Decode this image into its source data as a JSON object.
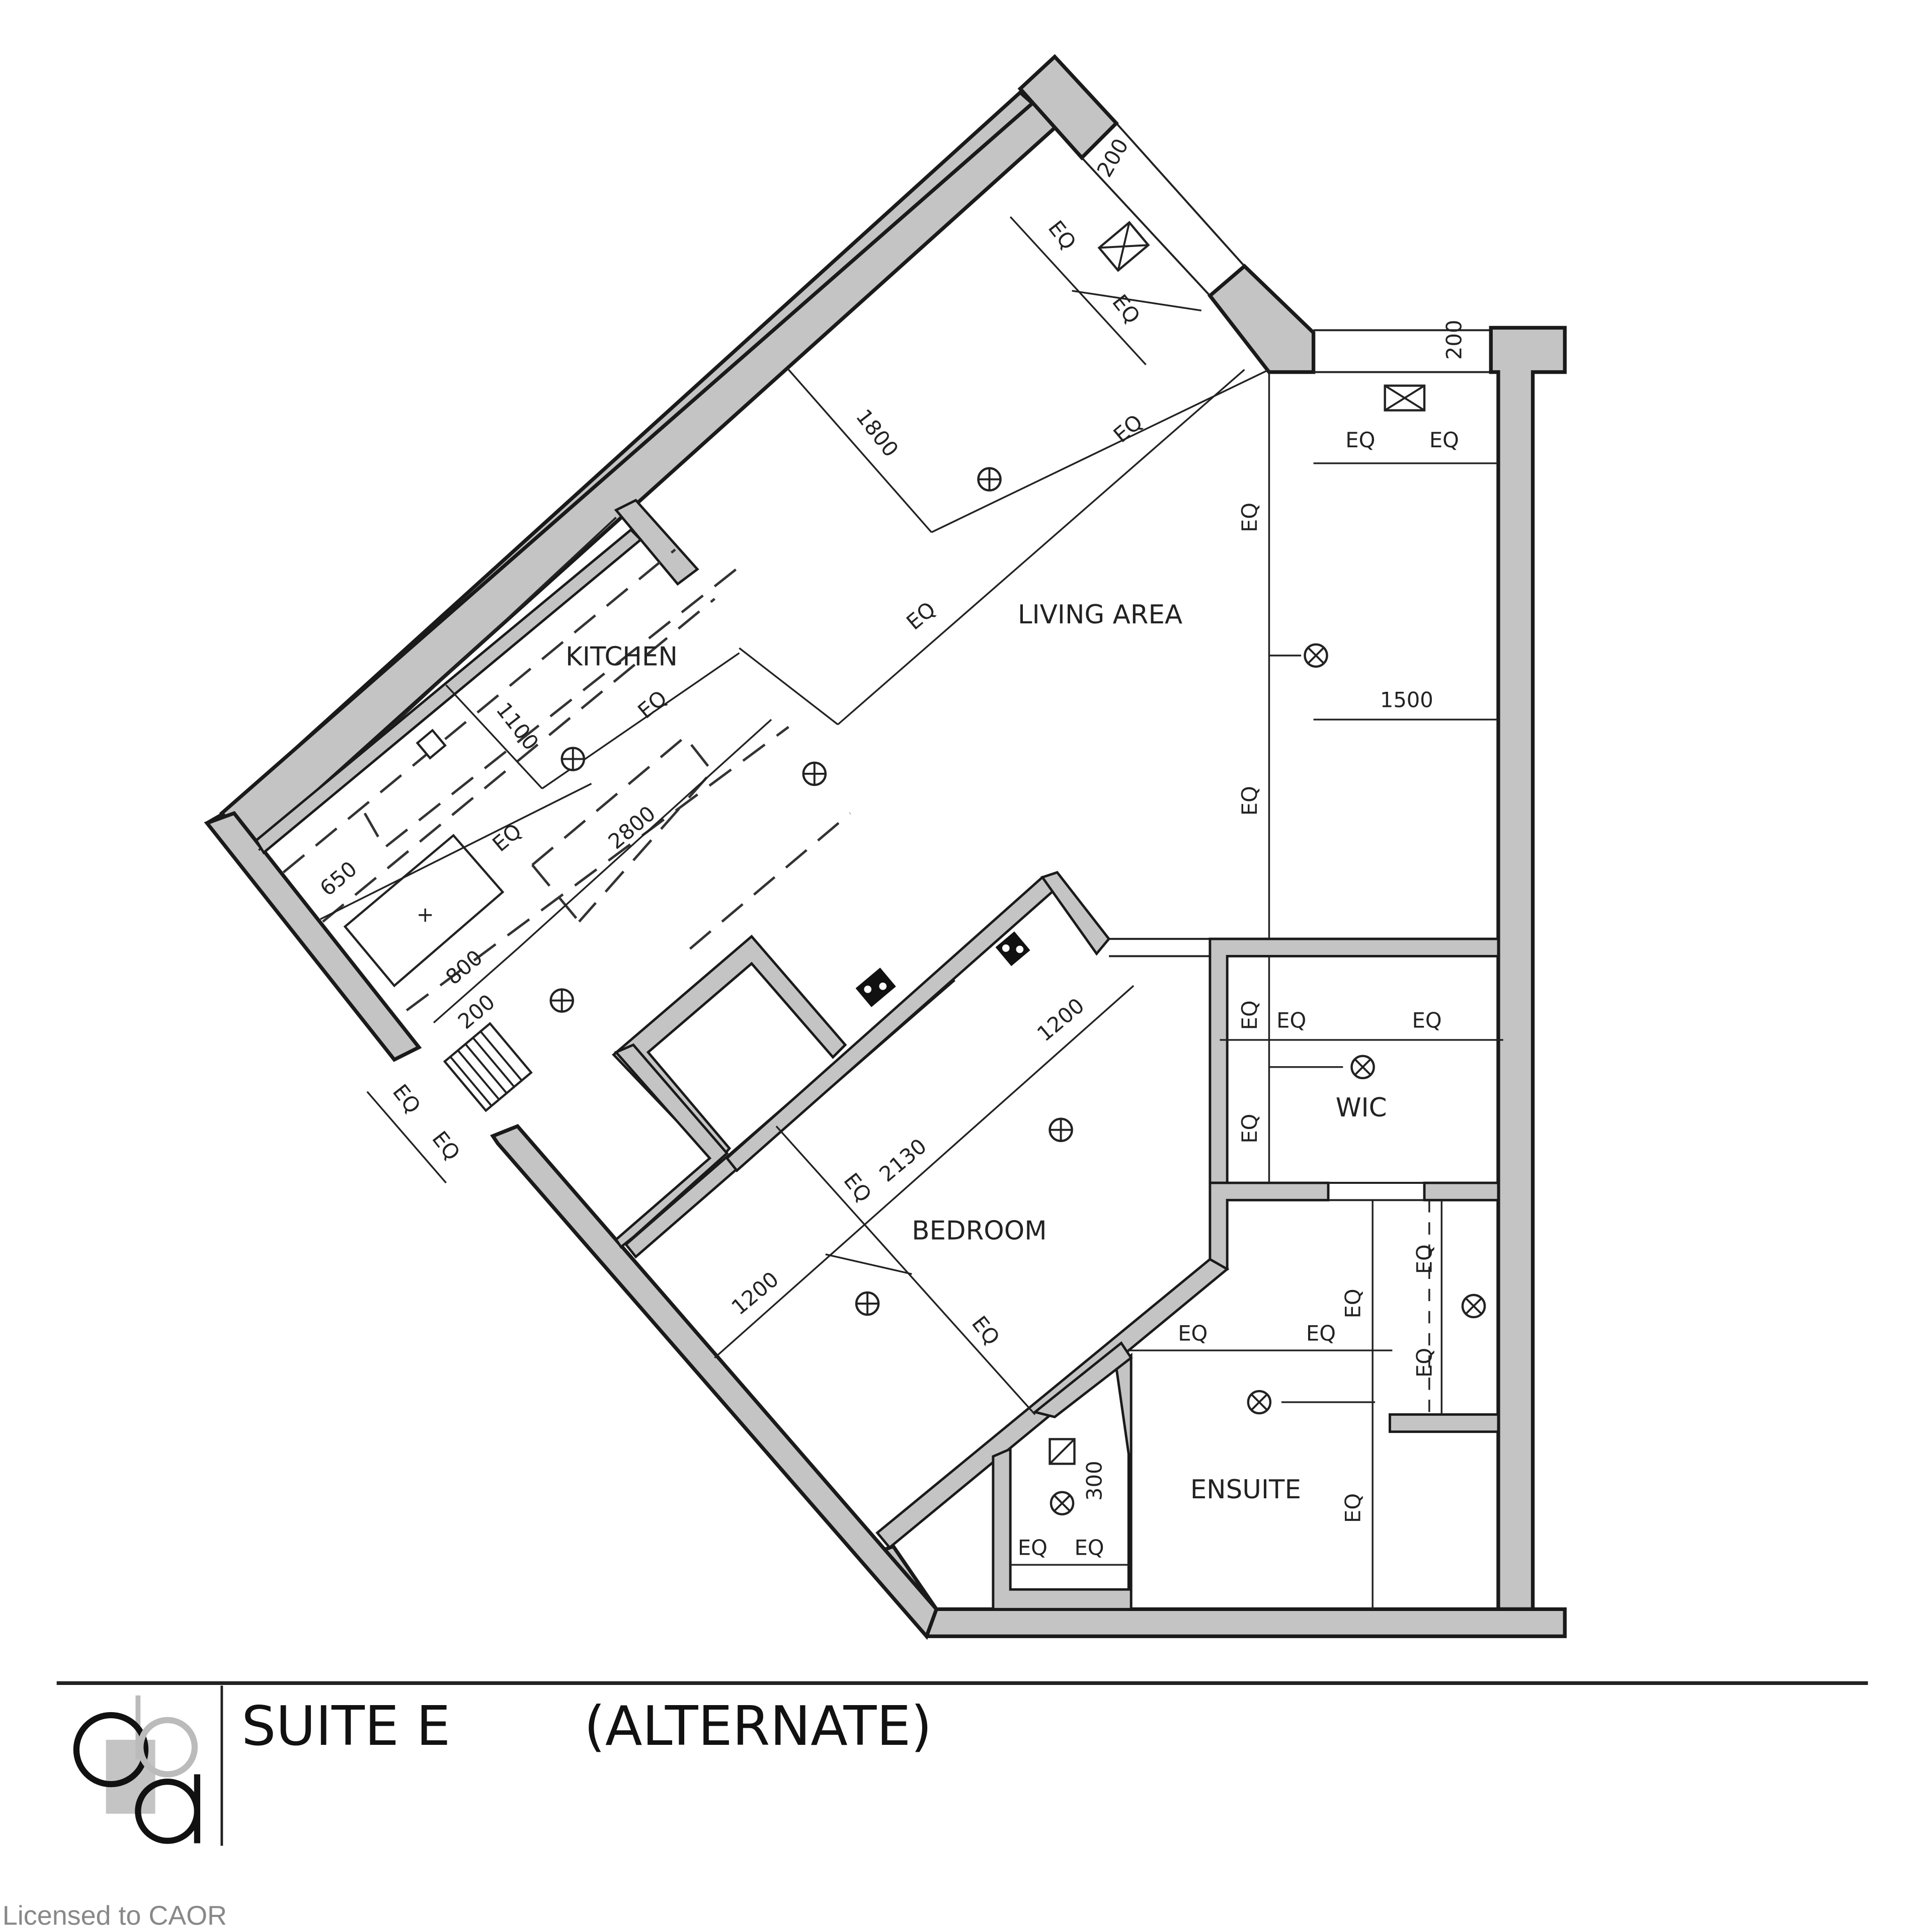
{
  "plan": {
    "title": "SUITE E",
    "subtitle": "(ALTERNATE)",
    "watermark": "Licensed to CAOR",
    "logo_text": "aba",
    "colors": {
      "wall_fill": "#c4c4c4",
      "line": "#1a1a1a",
      "background": "#ffffff"
    }
  },
  "rooms": {
    "living": "LIVING AREA",
    "kitchen": "KITCHEN",
    "bedroom": "BEDROOM",
    "wic": "WIC",
    "ensuite": "ENSUITE"
  },
  "dimensions": {
    "eq": "EQ",
    "d200": "200",
    "d1800": "1800",
    "d1500": "1500",
    "d1100": "1100",
    "d2800": "2800",
    "d650": "650",
    "d800": "800",
    "d1200": "1200",
    "d2130": "2130",
    "d300": "300"
  },
  "symbols": {
    "ceiling_light": "ceiling-light-icon",
    "recessed_light": "recessed-light-icon",
    "exhaust_fan": "exhaust-fan-icon",
    "smoke_detector": "smoke-detector-icon",
    "panel": "electrical-panel-icon"
  }
}
